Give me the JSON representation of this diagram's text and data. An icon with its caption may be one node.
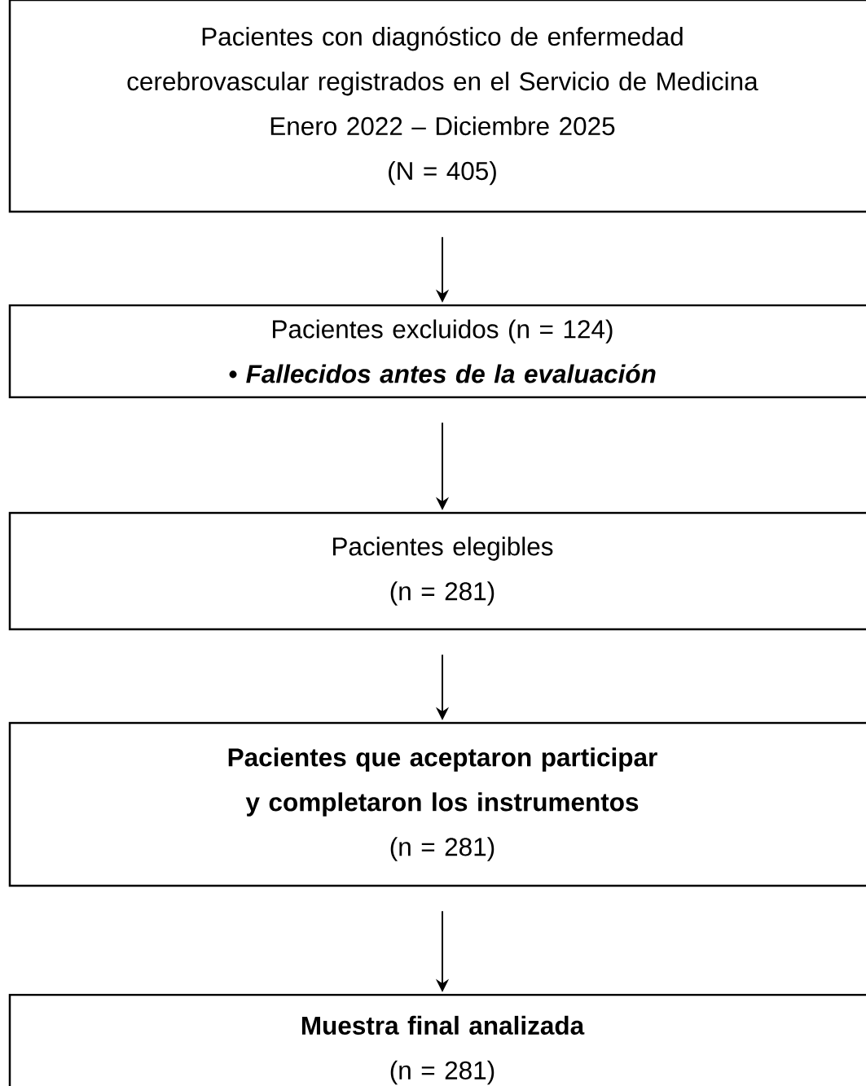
{
  "diagram": {
    "nodes": [
      {
        "text": [
          "Pacientes con diagnóstico de enfermedad cerebrovascular registrados en el Servicio de Medicina",
          "Enero 2022 – Diciembre 2025",
          "(N = 405)"
        ]
      },
      {
        "text": [
          "Pacientes excluidos (n = 124)",
          "• Fallecidos antes de la evaluación"
        ]
      },
      {
        "text": [
          "Pacientes elegibles",
          "(n = 281)"
        ]
      },
      {
        "text": [
          "Pacientes que aceptaron participar y completaron los instrumentos",
          "(n = 281)"
        ]
      },
      {
        "text": [
          "Muestra final analizada",
          "(n = 281)"
        ]
      }
    ],
    "edges": [
      {
        "from": 0,
        "to": 1,
        "arrow": "to"
      },
      {
        "from": 1,
        "to": 2,
        "arrow": "to"
      },
      {
        "from": 2,
        "to": 3,
        "arrow": "to"
      },
      {
        "from": 3,
        "to": 4,
        "arrow": "to"
      }
    ]
  }
}
